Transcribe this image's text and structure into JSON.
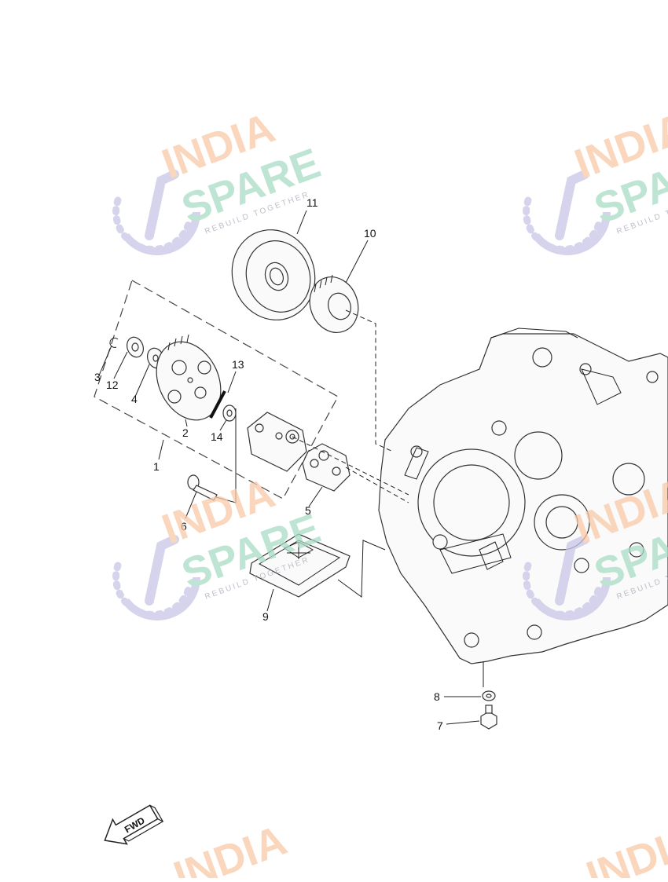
{
  "diagram": {
    "callouts": [
      {
        "id": "1",
        "label": "1"
      },
      {
        "id": "2",
        "label": "2"
      },
      {
        "id": "3",
        "label": "3"
      },
      {
        "id": "4",
        "label": "4"
      },
      {
        "id": "5",
        "label": "5"
      },
      {
        "id": "6",
        "label": "6"
      },
      {
        "id": "7",
        "label": "7"
      },
      {
        "id": "8",
        "label": "8"
      },
      {
        "id": "9",
        "label": "9"
      },
      {
        "id": "10",
        "label": "10"
      },
      {
        "id": "11",
        "label": "11"
      },
      {
        "id": "12",
        "label": "12"
      },
      {
        "id": "13",
        "label": "13"
      },
      {
        "id": "14",
        "label": "14"
      }
    ],
    "fwd_label": "FWD"
  },
  "watermark": {
    "line1": "INDIA",
    "line2": "SPARE",
    "tagline": "REBUILD TOGETHER",
    "colors": {
      "india": "#f9c9a6",
      "spare": "#a9dcc4",
      "icon": "#c9c6e6"
    }
  }
}
